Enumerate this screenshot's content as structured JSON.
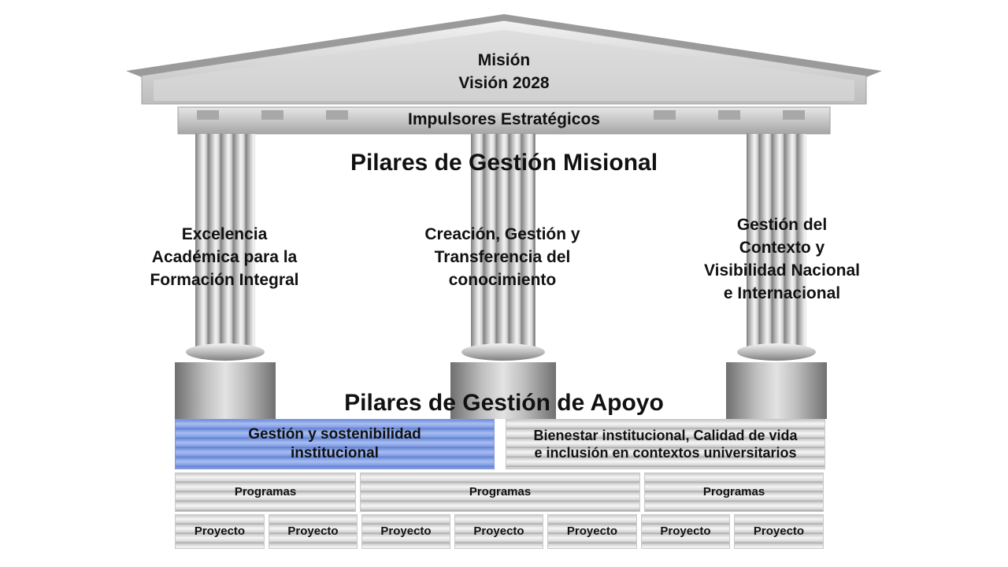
{
  "roof": {
    "line1": "Misión",
    "line2": "Visión 2028",
    "frieze": "Impulsores Estratégicos"
  },
  "headings": {
    "misional": "Pilares de Gestión Misional",
    "apoyo": "Pilares de Gestión de Apoyo"
  },
  "pillars": [
    {
      "lines": [
        "Excelencia",
        "Académica para la",
        "Formación Integral"
      ]
    },
    {
      "lines": [
        "Creación, Gestión y",
        "Transferencia del",
        "conocimiento"
      ]
    },
    {
      "lines": [
        "Gestión del",
        "Contexto y",
        "Visibilidad Nacional",
        "e Internacional"
      ]
    }
  ],
  "support": {
    "left": [
      "Gestión y sostenibilidad",
      "institucional"
    ],
    "right": [
      "Bienestar institucional, Calidad de vida",
      "e inclusión en contextos universitarios"
    ]
  },
  "programs": [
    "Programas",
    "Programas",
    "Programas"
  ],
  "projects": [
    "Proyecto",
    "Proyecto",
    "Proyecto",
    "Proyecto",
    "Proyecto",
    "Proyecto",
    "Proyecto"
  ],
  "colors": {
    "blue_bar": "#7f9be3",
    "stone": "#c8c8c8"
  }
}
